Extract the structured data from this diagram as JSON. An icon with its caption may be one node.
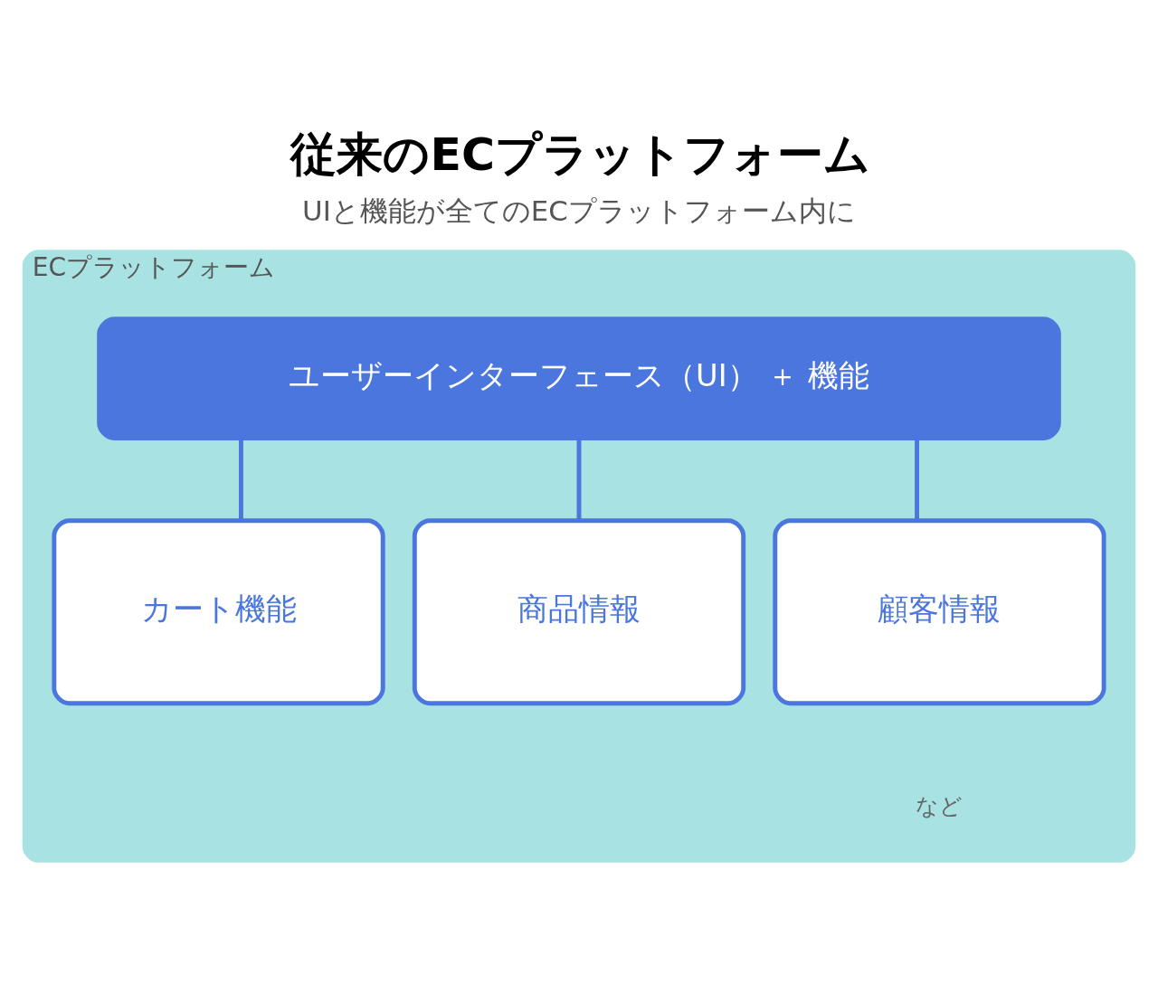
{
  "diagram": {
    "title": "従来のECプラットフォーム",
    "nodes": [
      {
        "text": [
          "ECプラットフォーム"
        ]
      },
      {
        "text": [
          "ユーザーインターフェース（UI） ＋ 機能"
        ],
        "in": 0
      },
      {
        "text": [
          "カート機能"
        ],
        "in": 0
      },
      {
        "text": [
          "商品情報"
        ],
        "in": 0
      },
      {
        "text": [
          "顧客情報"
        ],
        "in": 0
      }
    ],
    "edges": [
      {
        "from": 1,
        "to": 2,
        "arrow": "none"
      },
      {
        "from": 1,
        "to": 3,
        "arrow": "none"
      },
      {
        "from": 1,
        "to": 4,
        "arrow": "none"
      }
    ],
    "labels": [
      "UIと機能が全てのECプラットフォーム内に",
      "など"
    ]
  }
}
